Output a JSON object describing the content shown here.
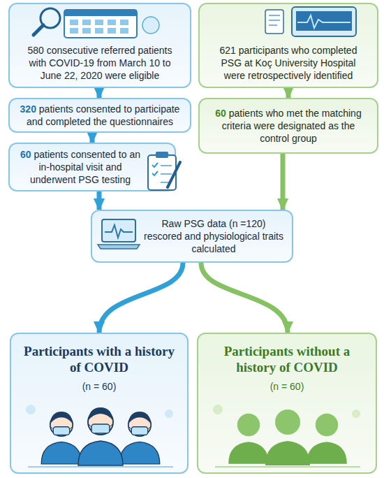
{
  "diagram": {
    "nodes": [
      {
        "text": [
          "580 consecutive referred patients with COVID-19 from March 10 to June 22, 2020 were eligible"
        ]
      },
      {
        "text": [
          "621 participants who completed PSG at Koç University Hospital were retrospectively identified"
        ]
      },
      {
        "text": [
          "320 patients consented to participate and completed the questionnaires"
        ]
      },
      {
        "text": [
          "60 patients who met the matching criteria were designated as the control group"
        ]
      },
      {
        "text": [
          "60 patients consented to an in-hospital visit and underwent PSG testing"
        ]
      },
      {
        "text": [
          "Raw PSG data (n =120) rescored and physiological traits calculated"
        ]
      },
      {
        "text": [
          "Participants with a history of COVID",
          "(n = 60)"
        ]
      },
      {
        "text": [
          "Participants without a history of COVID",
          "(n = 60)"
        ]
      }
    ],
    "edges": [
      {
        "from": 0,
        "to": 2,
        "arrow": "to"
      },
      {
        "from": 2,
        "to": 4,
        "arrow": "to"
      },
      {
        "from": 4,
        "to": 5,
        "arrow": "to"
      },
      {
        "from": 1,
        "to": 3,
        "arrow": "to"
      },
      {
        "from": 3,
        "to": 5,
        "arrow": "to"
      },
      {
        "from": 5,
        "to": 6,
        "arrow": "to"
      },
      {
        "from": 5,
        "to": 7,
        "arrow": "to"
      }
    ]
  }
}
